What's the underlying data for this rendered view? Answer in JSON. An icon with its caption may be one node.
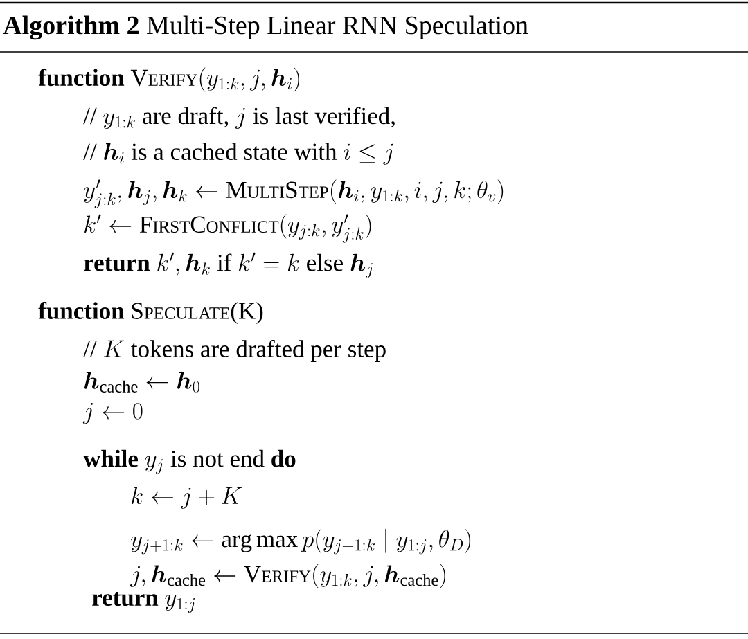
{
  "diagram": {
    "title": "**Algorithm 2** Multi-Step Linear RNN Speculation",
    "labels": [
      "\\textbf{function}\\ \\text{V\\textsmaller{ERIFY}}(y_{1:k}, j, \\boldsymbol{h}_i)",
      "\\text{// } y_{1:k} \\text{ are draft, } j \\text{ is last verified,}",
      "\\text{// } \\boldsymbol{h}_i \\text{ is a cached state with } i \\le j",
      "y'_{j:k}, \\boldsymbol{h}_j, \\boldsymbol{h}_k \\leftarrow \\text{M\\textsmaller{ULTI}S\\textsmaller{TEP}}(\\boldsymbol{h}_i, y_{1:k}, i, j, k; \\theta_v)",
      "k' \\leftarrow \\text{F\\textsmaller{IRST}C\\textsmaller{ONFLICT}}(y_{j:k}, y'_{j:k})",
      "\\textbf{return } k', \\boldsymbol{h}_k \\text{ if } k' = k \\text{ else } \\boldsymbol{h}_j",
      "\\textbf{function}\\ \\text{S\\textsmaller{PECULATE}(K)}",
      "\\text{// } K \\text{ tokens are drafted per step}",
      "\\boldsymbol{h}_{\\text{cache}} \\leftarrow \\boldsymbol{h}_0",
      "j \\leftarrow 0",
      "\\textbf{while } y_j \\text{ is not end } \\textbf{do}",
      "k \\leftarrow j + K",
      "y_{j+1:k} \\leftarrow \\arg\\max p(y_{j+1:k} \\mid y_{1:j}, \\theta_D)",
      "j, \\boldsymbol{h}_{\\text{cache}} \\leftarrow \\text{V\\textsmaller{ERIFY}}(y_{1:k}, j, \\boldsymbol{h}_{\\text{cache}})",
      "\\textbf{return } y_{1:j}"
    ]
  }
}
